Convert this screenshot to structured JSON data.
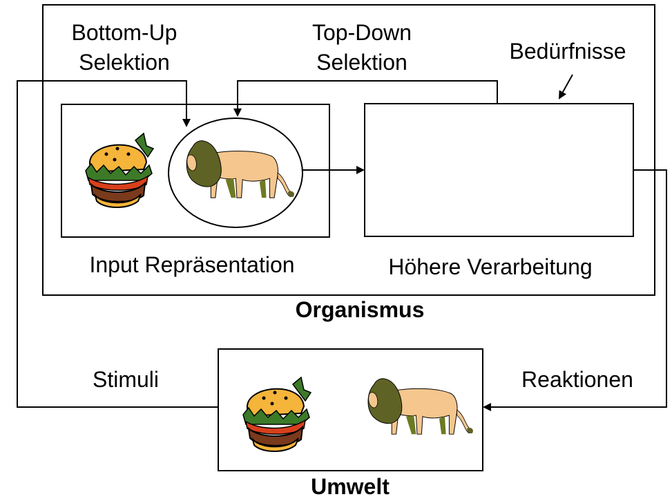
{
  "labels": {
    "bottom_up_1": "Bottom-Up",
    "bottom_up_2": "Selektion",
    "top_down_1": "Top-Down",
    "top_down_2": "Selektion",
    "needs": "Bedürfnisse",
    "input": "Input Repräsentation",
    "higher": "Höhere Verarbeitung",
    "organism": "Organismus",
    "stimuli": "Stimuli",
    "reactions": "Reaktionen",
    "environment": "Umwelt"
  },
  "colors": {
    "line": "#000000",
    "bun": "#f5b43a",
    "bun_dark": "#b46a14",
    "lettuce": "#3c7a28",
    "meat": "#7a3a1c",
    "tomato": "#d8401c",
    "lion_body": "#f5c68e",
    "lion_mane": "#5e6224",
    "lion_shadow": "#6e7a22"
  },
  "icons": [
    "burger-icon",
    "lion-icon"
  ]
}
